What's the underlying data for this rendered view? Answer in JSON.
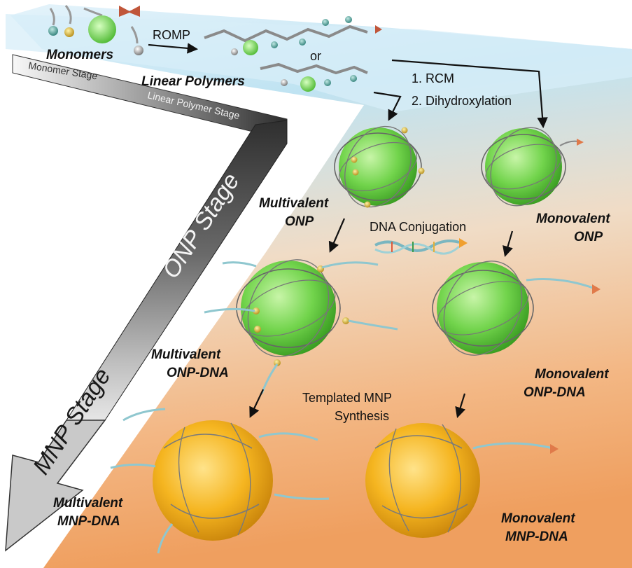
{
  "diagram": {
    "labels": {
      "romp": "ROMP",
      "monomers": "Monomers",
      "or": "or",
      "linear_polymers": "Linear Polymers",
      "step1": "1. RCM",
      "step2": "2. Dihydroxylation",
      "multivalent_onp_1": "Multivalent",
      "multivalent_onp_2": "ONP",
      "monovalent_onp_1": "Monovalent",
      "monovalent_onp_2": "ONP",
      "dna_conjugation": "DNA Conjugation",
      "multivalent_onp_dna_1": "Multivalent",
      "multivalent_onp_dna_2": "ONP-DNA",
      "monovalent_onp_dna_1": "Monovalent",
      "monovalent_onp_dna_2": "ONP-DNA",
      "templated_1": "Templated MNP",
      "templated_2": "Synthesis",
      "multivalent_mnp_dna_1": "Multivalent",
      "multivalent_mnp_dna_2": "MNP-DNA",
      "monovalent_mnp_dna_1": "Monovalent",
      "monovalent_mnp_dna_2": "MNP-DNA"
    },
    "stages": {
      "monomer": "Monomer Stage",
      "linear_polymer": "Linear Polymer Stage",
      "onp": "ONP Stage",
      "mnp": "MNP Stage"
    },
    "colors": {
      "onp_green": "#6fd04a",
      "mnp_gold": "#f2b21c",
      "plane_top": "#cfeaf5",
      "plane_bottom": "#f1a86a",
      "arrow_dark": "#2a2a2a"
    }
  }
}
